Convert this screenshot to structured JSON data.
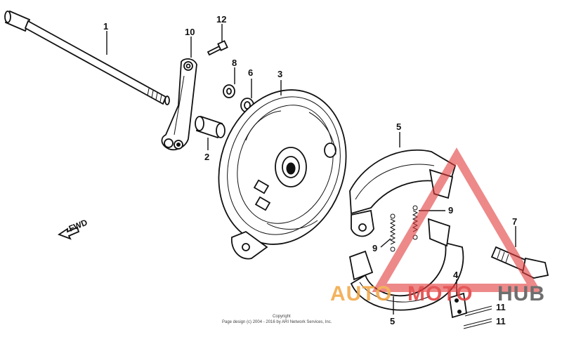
{
  "callouts": {
    "c1": "1",
    "c2": "2",
    "c3": "3",
    "c4": "4",
    "c5a": "5",
    "c5b": "5",
    "c6": "6",
    "c7": "7",
    "c8": "8",
    "c9a": "9",
    "c9b": "9",
    "c10": "10",
    "c11a": "11",
    "c11b": "11",
    "c12": "12"
  },
  "direction_label": "FWD",
  "copyright": {
    "line1": "Copyright",
    "line2": "Page design (c) 2004 - 2016 by ARI Network Services, Inc."
  },
  "watermark": {
    "part1": "AUTO",
    "part2": "MOTO",
    "part3": "HUB",
    "color_triangle": "#e23b3b",
    "color_auto": "#f2a541",
    "color_moto": "#e23b3b",
    "color_hub": "#555555"
  }
}
